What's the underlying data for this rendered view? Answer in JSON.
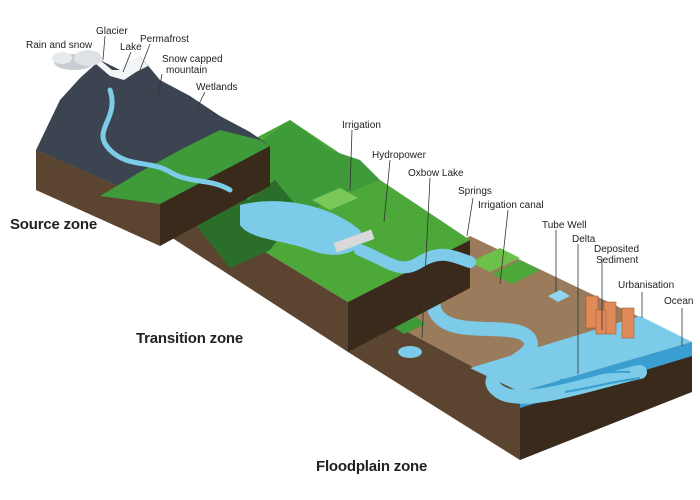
{
  "labels": {
    "rain_and_snow": "Rain and snow",
    "glacier": "Glacier",
    "lake": "Lake",
    "permafrost": "Permafrost",
    "snow_capped_line1": "Snow capped",
    "snow_capped_line2": "mountain",
    "wetlands": "Wetlands",
    "irrigation": "Irrigation",
    "hydropower": "Hydropower",
    "oxbow_lake": "Oxbow Lake",
    "springs": "Springs",
    "irrigation_canal": "Irrigation canal",
    "tube_well": "Tube Well",
    "delta": "Delta",
    "deposited_line1": "Deposited",
    "deposited_line2": "Sediment",
    "urbanisation": "Urbanisation",
    "ocean": "Ocean"
  },
  "zones": {
    "source": "Source zone",
    "transition": "Transition zone",
    "floodplain": "Floodplain zone"
  },
  "colors": {
    "water": "#7ccbe8",
    "water_dark": "#3a9fd0",
    "forest": "#3f9a3a",
    "forest_dark": "#2a6e2a",
    "plain": "#9a7b5c",
    "rock": "#2e3540",
    "snow": "#f2f4f6",
    "soil": "#5c4530",
    "soil_dark": "#3a2a1c"
  }
}
